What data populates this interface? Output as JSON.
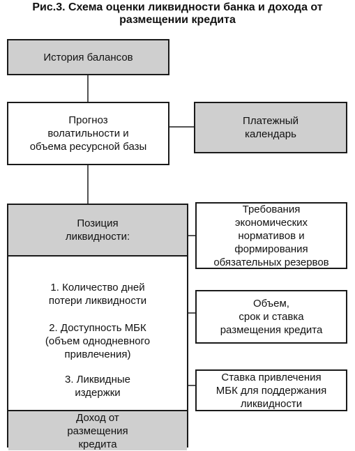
{
  "title": "Рис.3. Схема оценки ликвидности банка и дохода от\nразмещении кредита",
  "boxes": {
    "history": "История балансов",
    "forecast": "Прогноз\nволатильности и\nобъема ресурсной базы",
    "calendar": "Платежный\nкалендарь",
    "requirements": "Требования\nэкономических\nнормативов и\nформирования\nобязательных резервов",
    "volume": "Объем,\nсрок и ставка\nразмещения кредита",
    "rate": "Ставка привлечения\nМБК для поддержания\nликвидности"
  },
  "panel": {
    "header": "Позиция\nликвидности:",
    "items": [
      "1. Количество дней\nпотери ликвидности",
      "2. Доступность МБК\n(объем однодневного\nпривлечения)",
      "3. Ликвидные\nиздержки"
    ],
    "footer": "Доход от\nразмещения\nкредита"
  },
  "colors": {
    "gray_fill": "#cfcfcf",
    "line": "#1a1a1a"
  }
}
